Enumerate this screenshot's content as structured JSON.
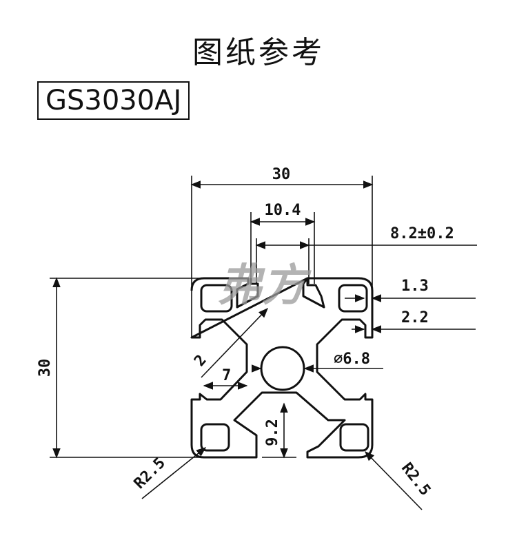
{
  "title": "图纸参考",
  "model": "GS3030AJ",
  "watermark": "弗方",
  "dimensions": {
    "width": "30",
    "height": "30",
    "slot_opening": "10.4",
    "slot_width": "8.2±0.2",
    "wall": "1.3",
    "lip": "2.2",
    "rib": "2",
    "bore": "⌀6.8",
    "core": "7",
    "depth": "9.2",
    "radius_left": "R2.5",
    "radius_right": "R2.5"
  }
}
